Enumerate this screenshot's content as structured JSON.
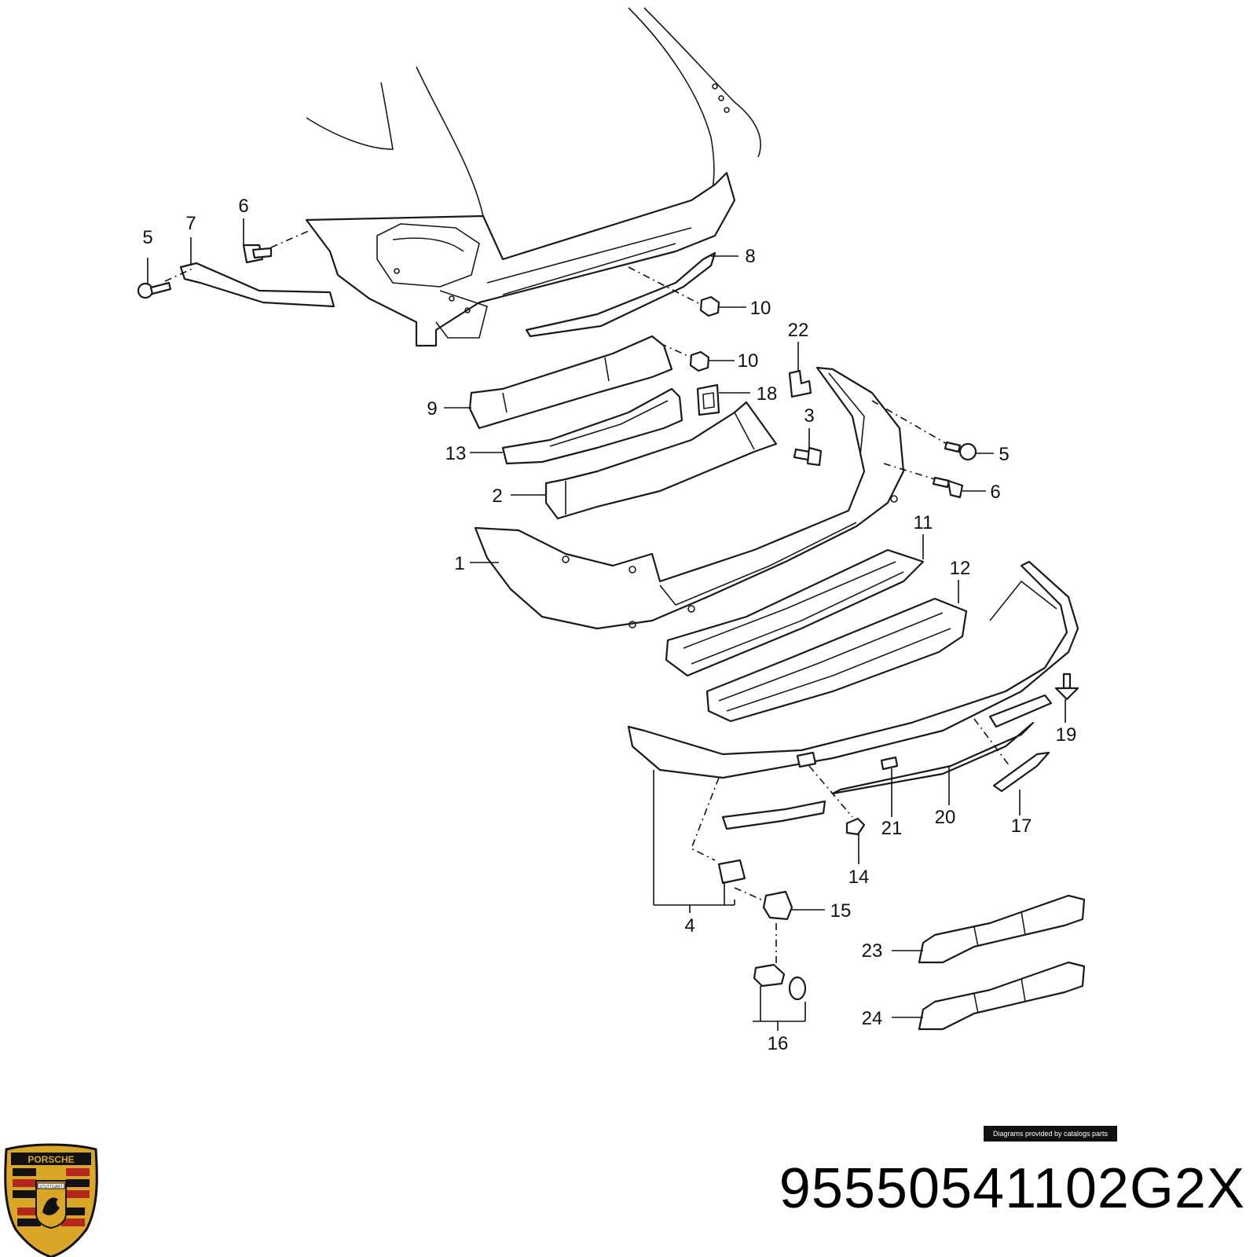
{
  "callouts": {
    "c1": "1",
    "c2": "2",
    "c3": "3",
    "c4": "4",
    "c5a": "5",
    "c5b": "5",
    "c6a": "6",
    "c6b": "6",
    "c7": "7",
    "c8": "8",
    "c9": "9",
    "c10a": "10",
    "c10b": "10",
    "c11": "11",
    "c12": "12",
    "c13": "13",
    "c14": "14",
    "c15": "15",
    "c16": "16",
    "c17": "17",
    "c18": "18",
    "c19": "19",
    "c20": "20",
    "c21": "21",
    "c22": "22",
    "c23": "23",
    "c24": "24"
  },
  "credit": "Diagrams provided by catalogs parts",
  "part_number": "95550541102G2X",
  "logo": {
    "brand": "PORSCHE",
    "city": "STUTTGART"
  },
  "colors": {
    "line": "#1a1a1a",
    "gold": "#d9a627",
    "red": "#b3271f",
    "black": "#111111"
  }
}
